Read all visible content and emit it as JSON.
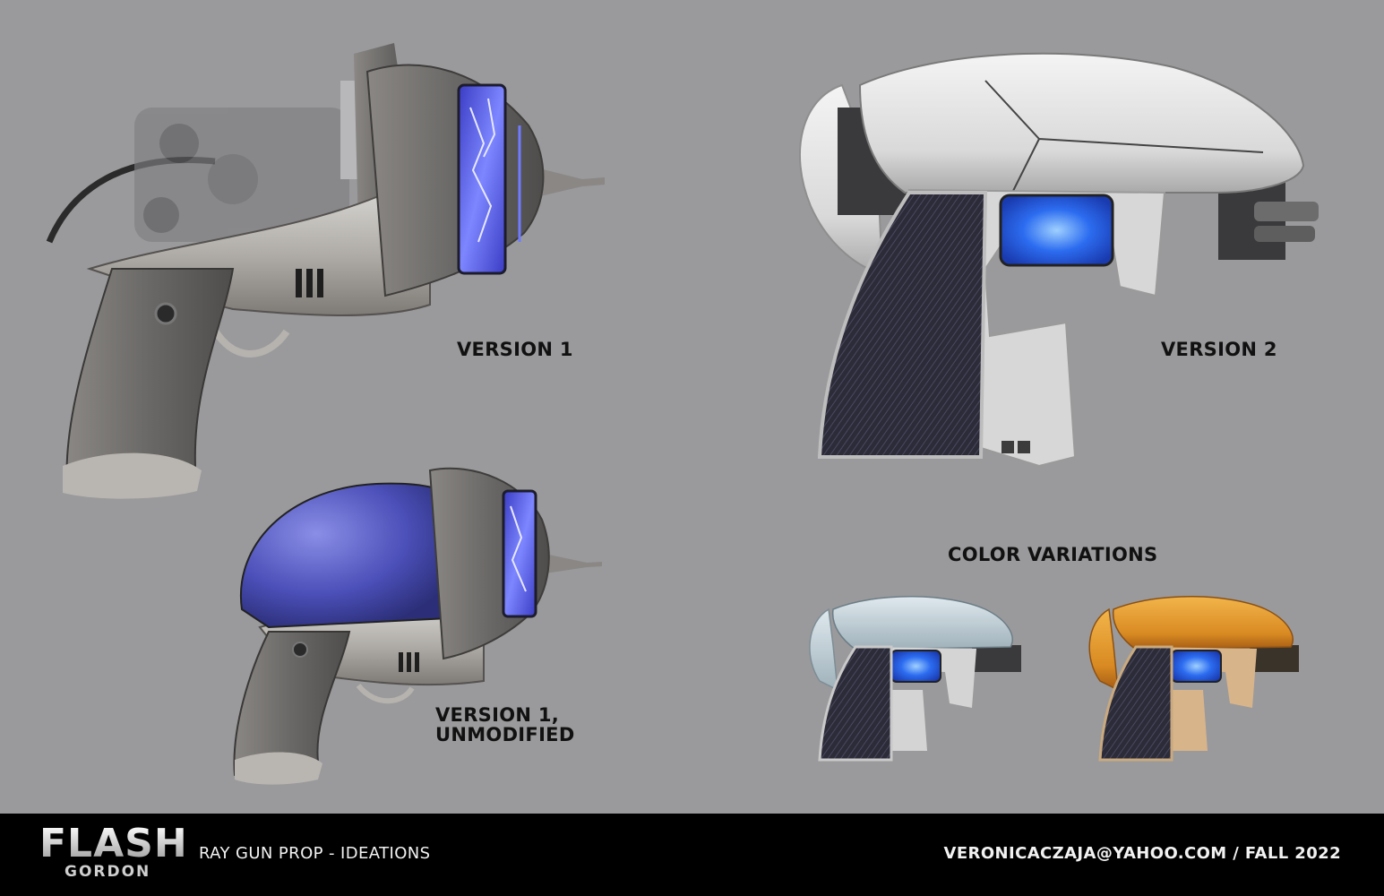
{
  "labels": {
    "version1": "VERSION 1",
    "version1_unmodified_line1": "VERSION 1,",
    "version1_unmodified_line2": "UNMODIFIED",
    "version2": "VERSION 2",
    "color_variations": "COLOR VARIATIONS"
  },
  "footer": {
    "logo_top": "FLASH",
    "logo_bottom": "GORDON",
    "title": "RAY GUN PROP - IDEATIONS",
    "credit": "VERONICACZAJA@YAHOO.COM / FALL 2022"
  },
  "colors": {
    "background": "#9a9a9c",
    "footer_background": "#000000",
    "metal": "#b4b1ad",
    "dark_metal": "#6d6b69",
    "energy_blue": "#4d5cf0",
    "white_shell": "#e8e8e8",
    "grip_fabric": "#2e2d3a",
    "orange_shell": "#e39a32"
  }
}
